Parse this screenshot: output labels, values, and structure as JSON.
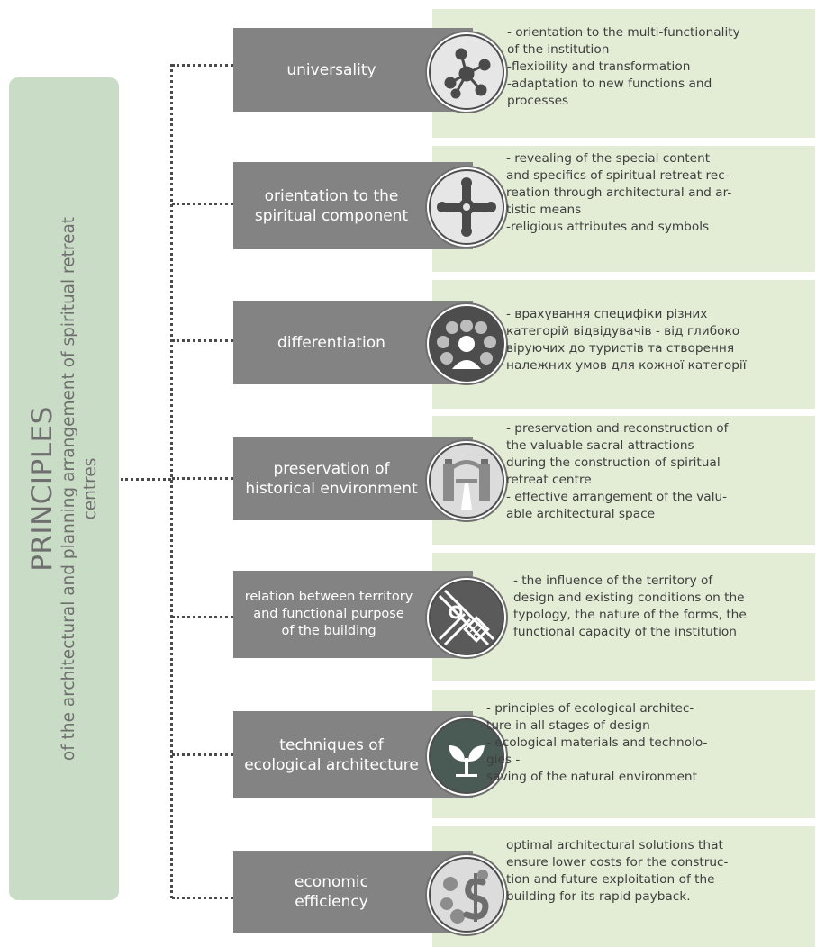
{
  "main": {
    "title": "PRINCIPLES",
    "subtitle_line1": "of the architectural and planning arrangement of spiritual retreat",
    "subtitle_line2": "centres"
  },
  "principles": [
    {
      "label": "universality",
      "icon": "network-nodes-icon",
      "description": "- orientation to the multi-functionality\nof the institution\n-flexibility and transformation\n-adaptation to new functions and\nprocesses"
    },
    {
      "label": "orientation to the\nspiritual component",
      "icon": "cross-icon",
      "description": "- revealing of the special content\nand specifics of spiritual retreat rec-\nreation through architectural and ar-\ntistic means\n-religious attributes and symbols"
    },
    {
      "label": "differentiation",
      "icon": "people-group-icon",
      "description": "- врахування специфіки різних\nкатегорій відвідувачів - від глибоко\nвіруючих до туристів та створення\nналежних умов для кожної категорії"
    },
    {
      "label": "preservation of\nhistorical environment",
      "icon": "historic-gate-icon",
      "description": "- preservation and reconstruction of\nthe valuable sacral attractions\nduring the construction of spiritual\nretreat centre\n- effective arrangement of the valu-\nable architectural space"
    },
    {
      "label": "relation between territory\nand functional purpose\nof the building",
      "icon": "site-plan-icon",
      "description": "- the influence of the territory of\ndesign and existing conditions on the\ntypology, the nature of the forms, the\nfunctional capacity of the institution"
    },
    {
      "label": "techniques of\necological architecture",
      "icon": "sprout-icon",
      "description": "- principles of ecological architec-\nture in all stages of design\n- ecological materials and technolo-\ngies -\n saving of the natural environment"
    },
    {
      "label": "economic\nefficiency",
      "icon": "dollar-coin-icon",
      "description": "optimal architectural solutions that\nensure lower costs for the construc-\ntion and future exploitation of the\nbuilding for its rapid payback."
    }
  ],
  "colors": {
    "main_panel": "#c9dcc5",
    "row_box": "#838383",
    "desc_panel": "#e3edd6",
    "icon_fill": "#4d4d4d",
    "text": "#3e3e3e"
  }
}
